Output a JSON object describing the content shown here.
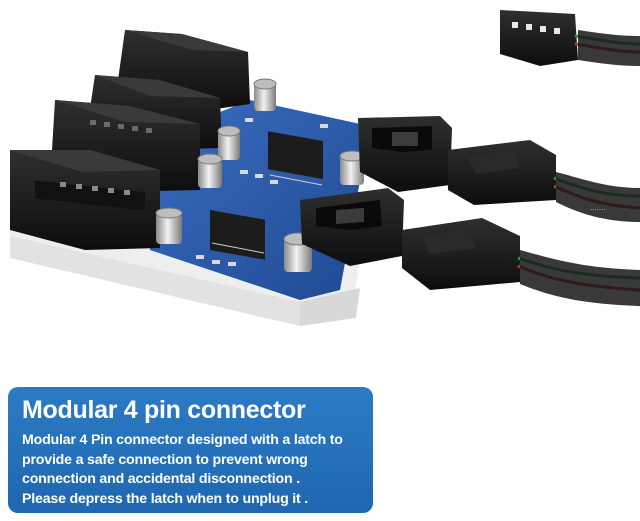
{
  "info_box": {
    "title": "Modular 4 pin connector",
    "lines": [
      "Modular 4 Pin connector designed with a latch to",
      "provide a safe connection to prevent wrong",
      "connection and accidental disconnection .",
      "Please depress the latch when to unplug it ."
    ]
  },
  "colors": {
    "panel_blue": "#2274bd",
    "pcb_blue": "#2a5aa8",
    "connector_black": "#1b1b1b",
    "wire_green": "#2e9a4a",
    "wire_red": "#c8303a"
  }
}
